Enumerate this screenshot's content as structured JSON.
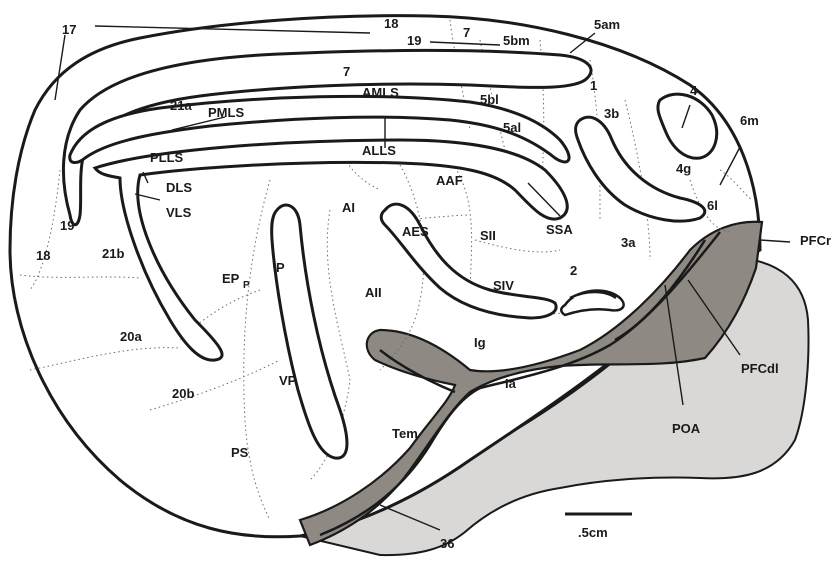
{
  "colors": {
    "ink": "#1a1a1a",
    "gray_dark": "#8f8984",
    "gray_light": "#d9d8d6",
    "background": "#ffffff"
  },
  "labels": {
    "a17": "17",
    "a18_top": "18",
    "a19_top": "19",
    "a7_top": "7",
    "a5bm": "5bm",
    "a5am": "5am",
    "a7_mid": "7",
    "amls": "AMLS",
    "a21a": "21a",
    "pmls": "PMLS",
    "a5bl": "5bl",
    "a1": "1",
    "a4": "4",
    "a6m": "6m",
    "a3b": "3b",
    "a4g": "4g",
    "a5al": "5al",
    "plls": "PLLS",
    "alls": "ALLS",
    "dls": "DLS",
    "vls": "VLS",
    "aaf": "AAF",
    "ai": "AI",
    "aes": "AES",
    "sii": "SII",
    "ssa": "SSA",
    "a3a": "3a",
    "a6l": "6l",
    "pfcr": "PFCr",
    "a19_left": "19",
    "a18_left": "18",
    "a21b": "21b",
    "ep": "EP",
    "ep_sub": "P",
    "p": "P",
    "aii": "AII",
    "a2": "2",
    "siv": "SIV",
    "ig": "Ig",
    "pfcdl": "PFCdl",
    "a20a": "20a",
    "a20b": "20b",
    "vp": "VP",
    "ia": "Ia",
    "poa": "POA",
    "tem": "Tem",
    "ps": "PS",
    "a36": "36",
    "scale": ".5cm"
  }
}
